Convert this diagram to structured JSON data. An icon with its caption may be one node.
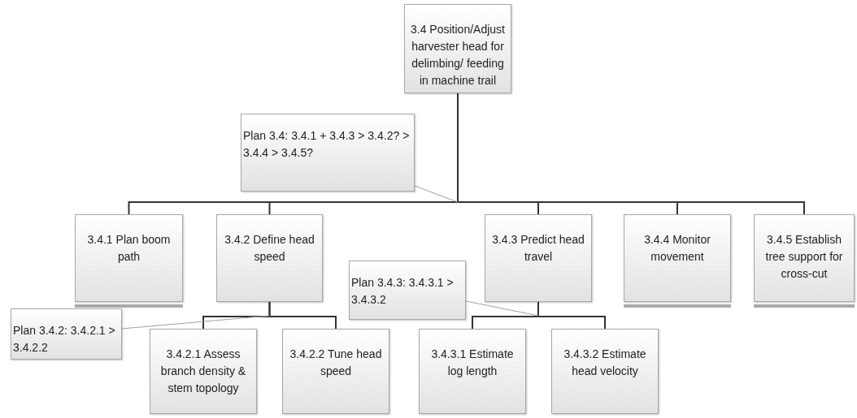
{
  "diagram": {
    "nodes": [
      {
        "text": [
          "3.4 Position/Adjust harvester head for delimbing/ feeding in machine trail"
        ]
      },
      {
        "text": [
          "Plan 3.4: 3.4.1 + 3.4.3 >  3.4.2? > 3.4.4 > 3.4.5?"
        ]
      },
      {
        "text": [
          "3.4.1 Plan boom path"
        ]
      },
      {
        "text": [
          "3.4.2 Define head speed"
        ]
      },
      {
        "text": [
          "3.4.3 Predict head travel"
        ]
      },
      {
        "text": [
          "3.4.4 Monitor movement"
        ]
      },
      {
        "text": [
          "3.4.5 Establish tree support for cross-cut"
        ]
      },
      {
        "text": [
          "Plan 3.4.2: 3.4.2.1 > 3.4.2.2"
        ]
      },
      {
        "text": [
          "3.4.2.1 Assess branch density & stem topology"
        ]
      },
      {
        "text": [
          "3.4.2.2 Tune head speed"
        ]
      },
      {
        "text": [
          "Plan 3.4.3: 3.4.3.1 > 3.4.3.2"
        ]
      },
      {
        "text": [
          "3.4.3.1 Estimate log length"
        ]
      },
      {
        "text": [
          "3.4.3.2 Estimate head velocity"
        ]
      }
    ],
    "edges": [
      {
        "from": 0,
        "to": 2,
        "arrow": "none"
      },
      {
        "from": 0,
        "to": 3,
        "arrow": "none"
      },
      {
        "from": 0,
        "to": 4,
        "arrow": "none"
      },
      {
        "from": 0,
        "to": 5,
        "arrow": "none"
      },
      {
        "from": 0,
        "to": 6,
        "arrow": "none"
      },
      {
        "from": 3,
        "to": 8,
        "arrow": "none"
      },
      {
        "from": 3,
        "to": 9,
        "arrow": "none"
      },
      {
        "from": 4,
        "to": 11,
        "arrow": "none"
      },
      {
        "from": 4,
        "to": 12,
        "arrow": "none"
      },
      {
        "from": 1,
        "to": null,
        "arrow": "none",
        "color": "#a0a0a0"
      },
      {
        "from": 7,
        "to": null,
        "arrow": "none",
        "color": "#a0a0a0"
      },
      {
        "from": 10,
        "to": null,
        "arrow": "none",
        "color": "#a0a0a0"
      }
    ]
  }
}
